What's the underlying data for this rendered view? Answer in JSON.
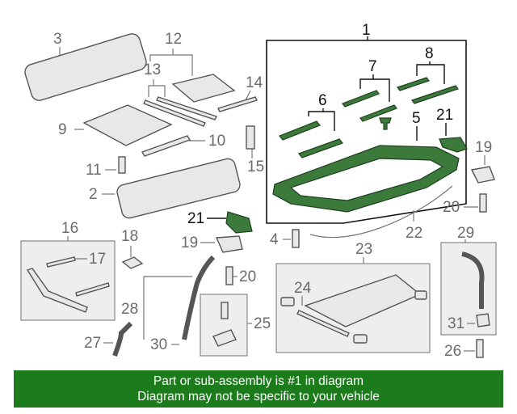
{
  "callouts": {
    "c1": "1",
    "c2": "2",
    "c3": "3",
    "c4": "4",
    "c5": "5",
    "c6": "6",
    "c7": "7",
    "c8": "8",
    "c9": "9",
    "c10": "10",
    "c11": "11",
    "c12": "12",
    "c13": "13",
    "c14": "14",
    "c15": "15",
    "c16": "16",
    "c17": "17",
    "c18": "18",
    "c19a": "19",
    "c19b": "19",
    "c20a": "20",
    "c20b": "20",
    "c21a": "21",
    "c21b": "21",
    "c22": "22",
    "c23": "23",
    "c24": "24",
    "c25": "25",
    "c26": "26",
    "c27": "27",
    "c28": "28",
    "c29": "29",
    "c30": "30",
    "c31": "31"
  },
  "banner": {
    "line1": "Part or sub-assembly is #1 in diagram",
    "line2": "Diagram may not be specific to your vehicle"
  },
  "colors": {
    "highlight": "#3c7a3c",
    "banner": "#1c7c1c"
  }
}
